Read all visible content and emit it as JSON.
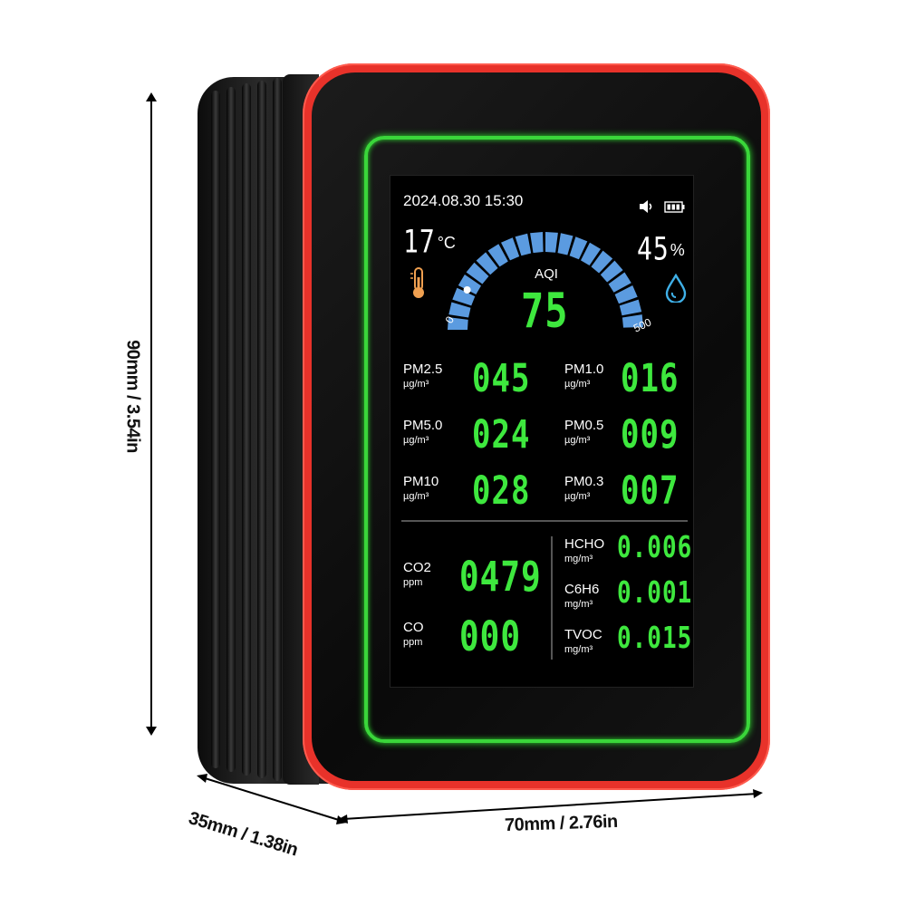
{
  "dimensions": {
    "height": "90mm / 3.54in",
    "width": "70mm / 2.76in",
    "depth": "35mm / 1.38in"
  },
  "screen": {
    "datetime": "2024.08.30 15:30",
    "temperature": "17",
    "temperature_unit": "°C",
    "humidity": "45",
    "humidity_unit": "%",
    "aqi_label": "AQI",
    "aqi_value": "75",
    "aqi_scale_min": "0",
    "aqi_scale_max": "500",
    "aqi_level": 0.15,
    "icons": [
      "speaker-icon",
      "battery-icon",
      "thermometer-icon",
      "water-drop-icon"
    ],
    "pm_left": [
      {
        "name": "PM2.5",
        "unit": "µg/m³",
        "value": "045"
      },
      {
        "name": "PM5.0",
        "unit": "µg/m³",
        "value": "024"
      },
      {
        "name": "PM10",
        "unit": "µg/m³",
        "value": "028"
      }
    ],
    "pm_right": [
      {
        "name": "PM1.0",
        "unit": "µg/m³",
        "value": "016"
      },
      {
        "name": "PM0.5",
        "unit": "µg/m³",
        "value": "009"
      },
      {
        "name": "PM0.3",
        "unit": "µg/m³",
        "value": "007"
      }
    ],
    "gases_left": [
      {
        "name": "CO2",
        "unit": "ppm",
        "value": "0479"
      },
      {
        "name": "CO",
        "unit": "ppm",
        "value": "000"
      }
    ],
    "gases_right": [
      {
        "name": "HCHO",
        "unit": "mg/m³",
        "value": "0.006"
      },
      {
        "name": "C6H6",
        "unit": "mg/m³",
        "value": "0.001"
      },
      {
        "name": "TVOC",
        "unit": "mg/m³",
        "value": "0.015"
      }
    ]
  },
  "colors": {
    "frame_red": "#e8322a",
    "led_green": "#3ad63a",
    "digit_green": "#3ee83e",
    "gauge_blue": "#5b9be0"
  }
}
